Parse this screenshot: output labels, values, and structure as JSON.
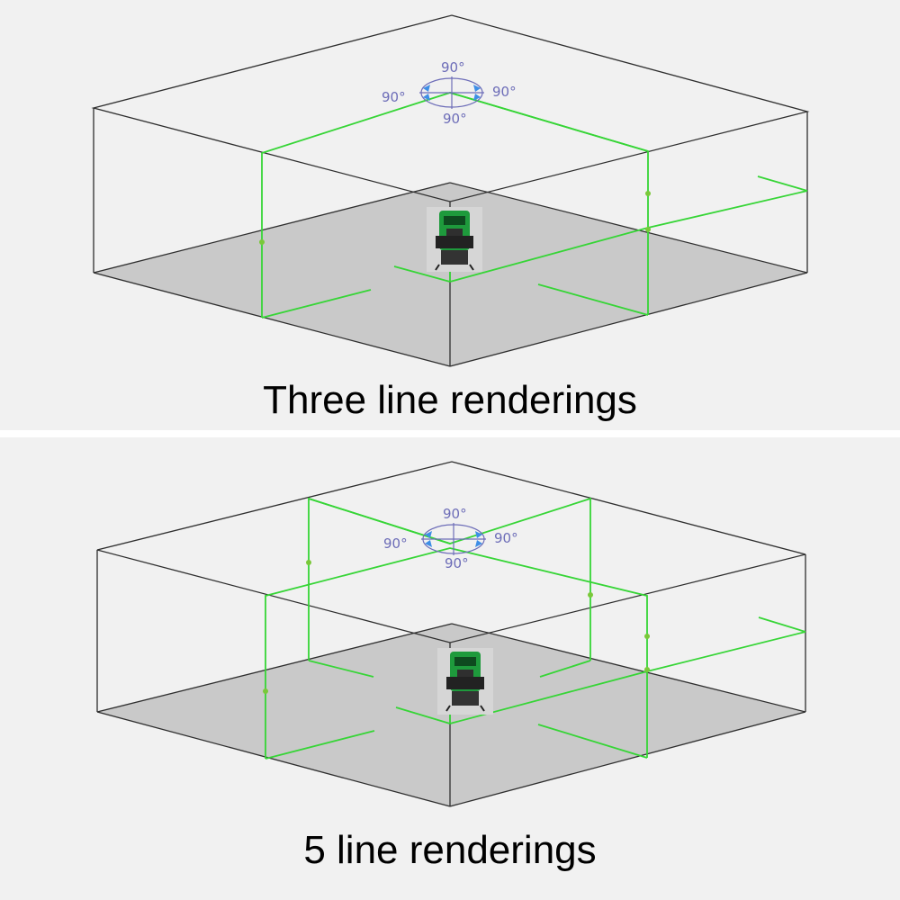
{
  "panels": [
    {
      "caption": "Three line renderings",
      "angle_labels": [
        "90°",
        "90°",
        "90°",
        "90°"
      ],
      "laser_lines": 3
    },
    {
      "caption": "5 line renderings",
      "angle_labels": [
        "90°",
        "90°",
        "90°",
        "90°"
      ],
      "laser_lines": 5
    }
  ],
  "colors": {
    "laser": "#36d536",
    "edge": "#2e2e2e",
    "floor": "#c9c9c9",
    "angle_text": "#6d6db8",
    "angle_arrow": "#3e8ee6",
    "device_body": "#1e9a3c",
    "background": "#f1f1f1"
  }
}
